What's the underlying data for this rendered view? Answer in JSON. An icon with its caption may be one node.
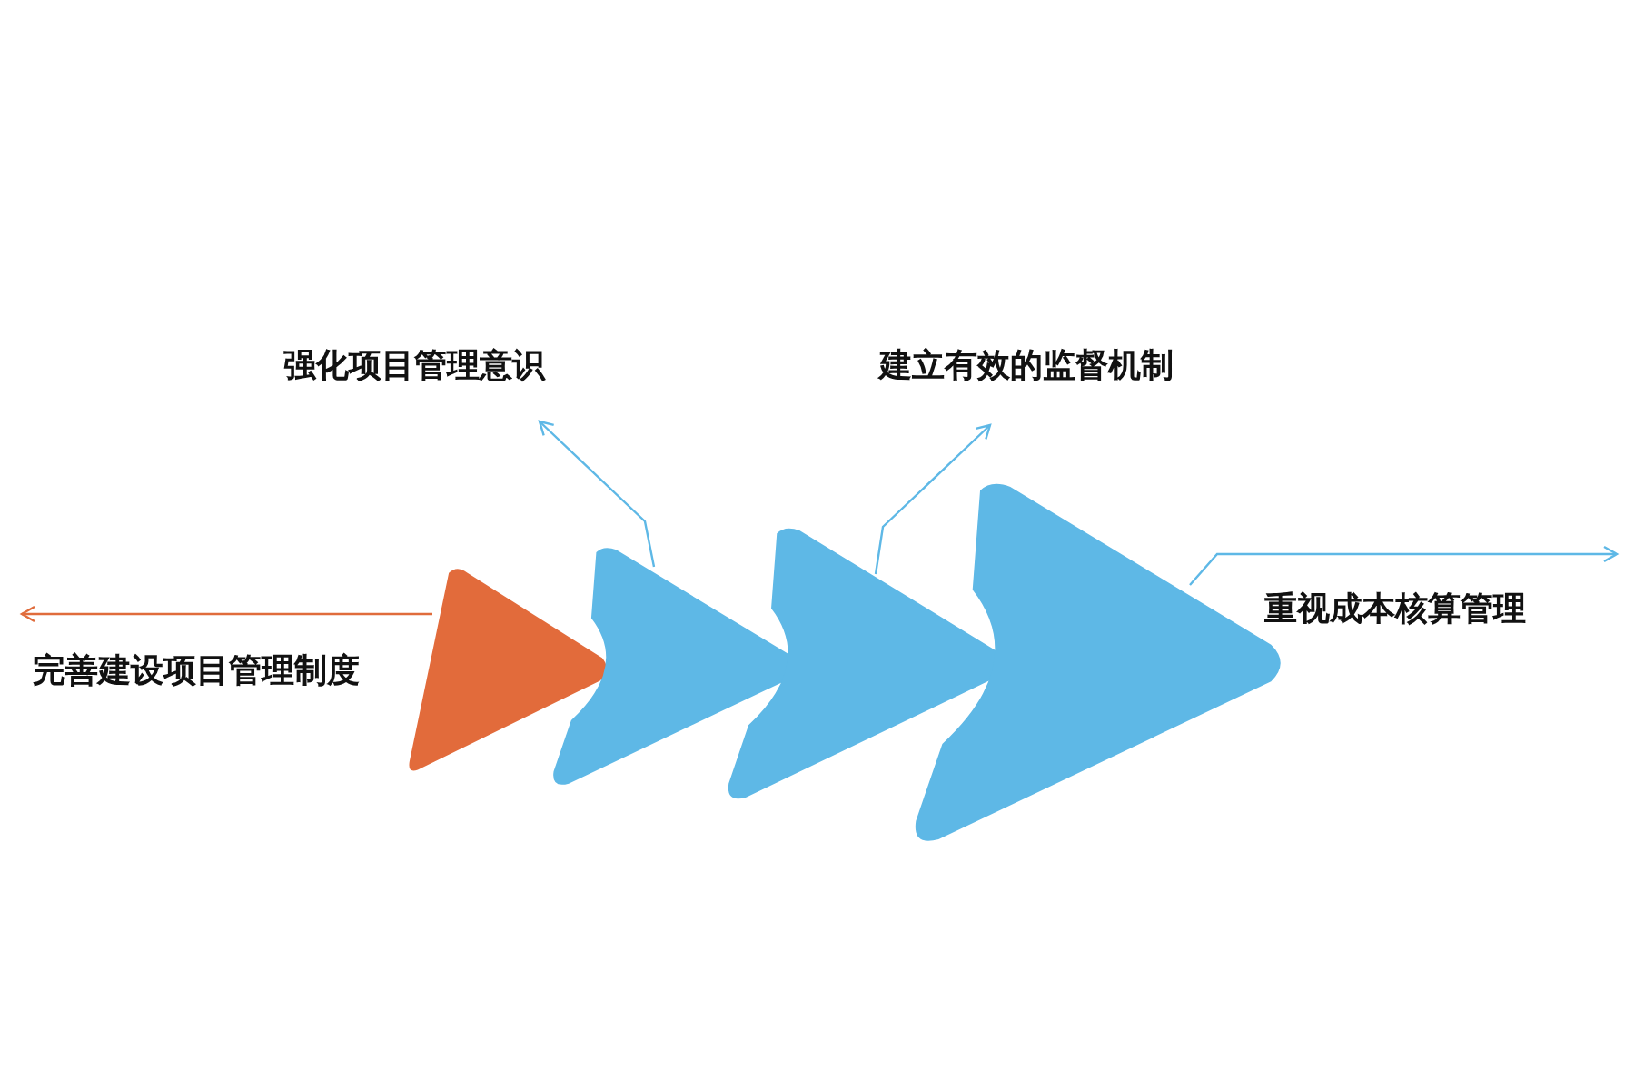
{
  "diagram": {
    "nodes": [
      {
        "text": [],
        "shape": "triangle"
      },
      {
        "text": [],
        "shape": "chevron"
      },
      {
        "text": [],
        "shape": "chevron"
      },
      {
        "text": [],
        "shape": "chevron"
      },
      {
        "text": [
          "完善建设项目管理制度"
        ]
      },
      {
        "text": [
          "强化项目管理意识"
        ]
      },
      {
        "text": [
          "建立有效的监督机制"
        ]
      },
      {
        "text": [
          "重视成本核算管理"
        ]
      }
    ],
    "edges": [
      {
        "from": 0,
        "to": 4,
        "arrow": "to",
        "color": "#e06c3c"
      },
      {
        "from": 1,
        "to": 5,
        "arrow": "to"
      },
      {
        "from": 2,
        "to": 6,
        "arrow": "to"
      },
      {
        "from": 3,
        "to": 7,
        "arrow": "to"
      }
    ]
  }
}
